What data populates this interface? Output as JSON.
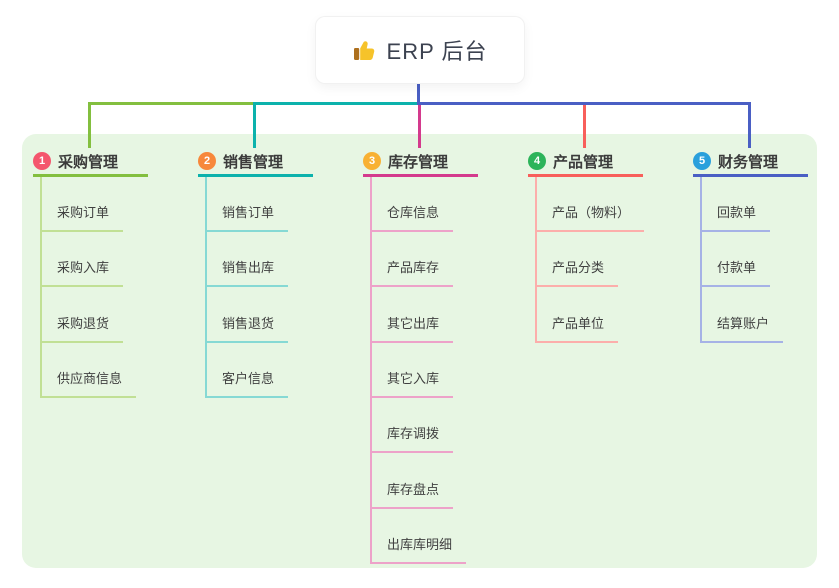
{
  "root": {
    "label": "ERP 后台",
    "icon": "thumbs-up-icon"
  },
  "canvas": {
    "background": "#ffffff",
    "panel_background": "#e7f6e3",
    "root_connector_color": "#4a5fc4",
    "text_color": "#3b3b3b"
  },
  "branches": [
    {
      "index": "1",
      "label": "采购管理",
      "badge_color": "#f4566d",
      "line_color": "#83bf3f",
      "child_line_color": "#c1e095",
      "children": [
        "采购订单",
        "采购入库",
        "采购退货",
        "供应商信息"
      ]
    },
    {
      "index": "2",
      "label": "销售管理",
      "badge_color": "#f7883b",
      "line_color": "#0cb2ac",
      "child_line_color": "#86d9d4",
      "children": [
        "销售订单",
        "销售出库",
        "销售退货",
        "客户信息"
      ]
    },
    {
      "index": "3",
      "label": "库存管理",
      "badge_color": "#f8b133",
      "line_color": "#d43a8d",
      "child_line_color": "#eda2c9",
      "children": [
        "仓库信息",
        "产品库存",
        "其它出库",
        "其它入库",
        "库存调拨",
        "库存盘点",
        "出库库明细"
      ]
    },
    {
      "index": "4",
      "label": "产品管理",
      "badge_color": "#2cb45a",
      "line_color": "#f85f5b",
      "child_line_color": "#fcaeab",
      "children": [
        "产品（物料）",
        "产品分类",
        "产品单位"
      ]
    },
    {
      "index": "5",
      "label": "财务管理",
      "badge_color": "#2aa0dc",
      "line_color": "#4a5fc4",
      "child_line_color": "#a6b2e6",
      "children": [
        "回款单",
        "付款单",
        "结算账户"
      ]
    }
  ]
}
